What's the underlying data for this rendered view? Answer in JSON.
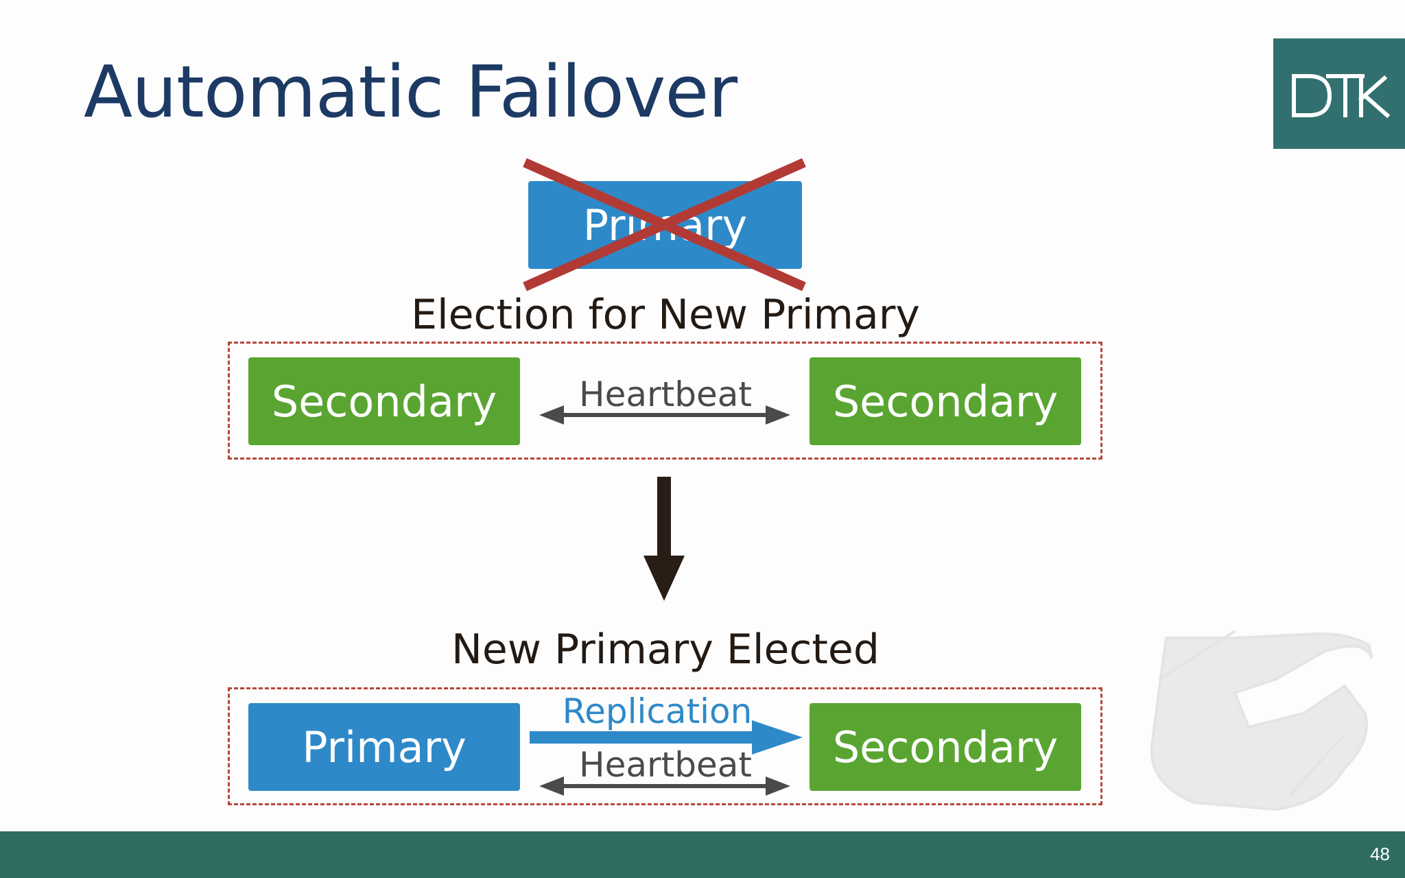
{
  "slide": {
    "title": "Automatic Failover",
    "page_number": "48",
    "logo_text": "DTK"
  },
  "colors": {
    "title": "#1c3a64",
    "primary_node": "#2e89c8",
    "secondary_node": "#5aa532",
    "cross_mark": "#b23a35",
    "group_border": "#b5473a",
    "footer": "#2e6b61",
    "logo_bg": "#31706f"
  },
  "diagram": {
    "failed_node": {
      "label": "Primary",
      "state": "failed"
    },
    "election": {
      "heading": "Election for New Primary",
      "left_node": "Secondary",
      "right_node": "Secondary",
      "link_label": "Heartbeat"
    },
    "result": {
      "heading": "New Primary Elected",
      "left_node": "Primary",
      "right_node": "Secondary",
      "replication_label": "Replication",
      "heartbeat_label": "Heartbeat"
    }
  },
  "icons": [
    "cross-mark-icon",
    "down-arrow-icon",
    "double-arrow-icon",
    "right-arrow-icon",
    "watermark-illustration"
  ]
}
